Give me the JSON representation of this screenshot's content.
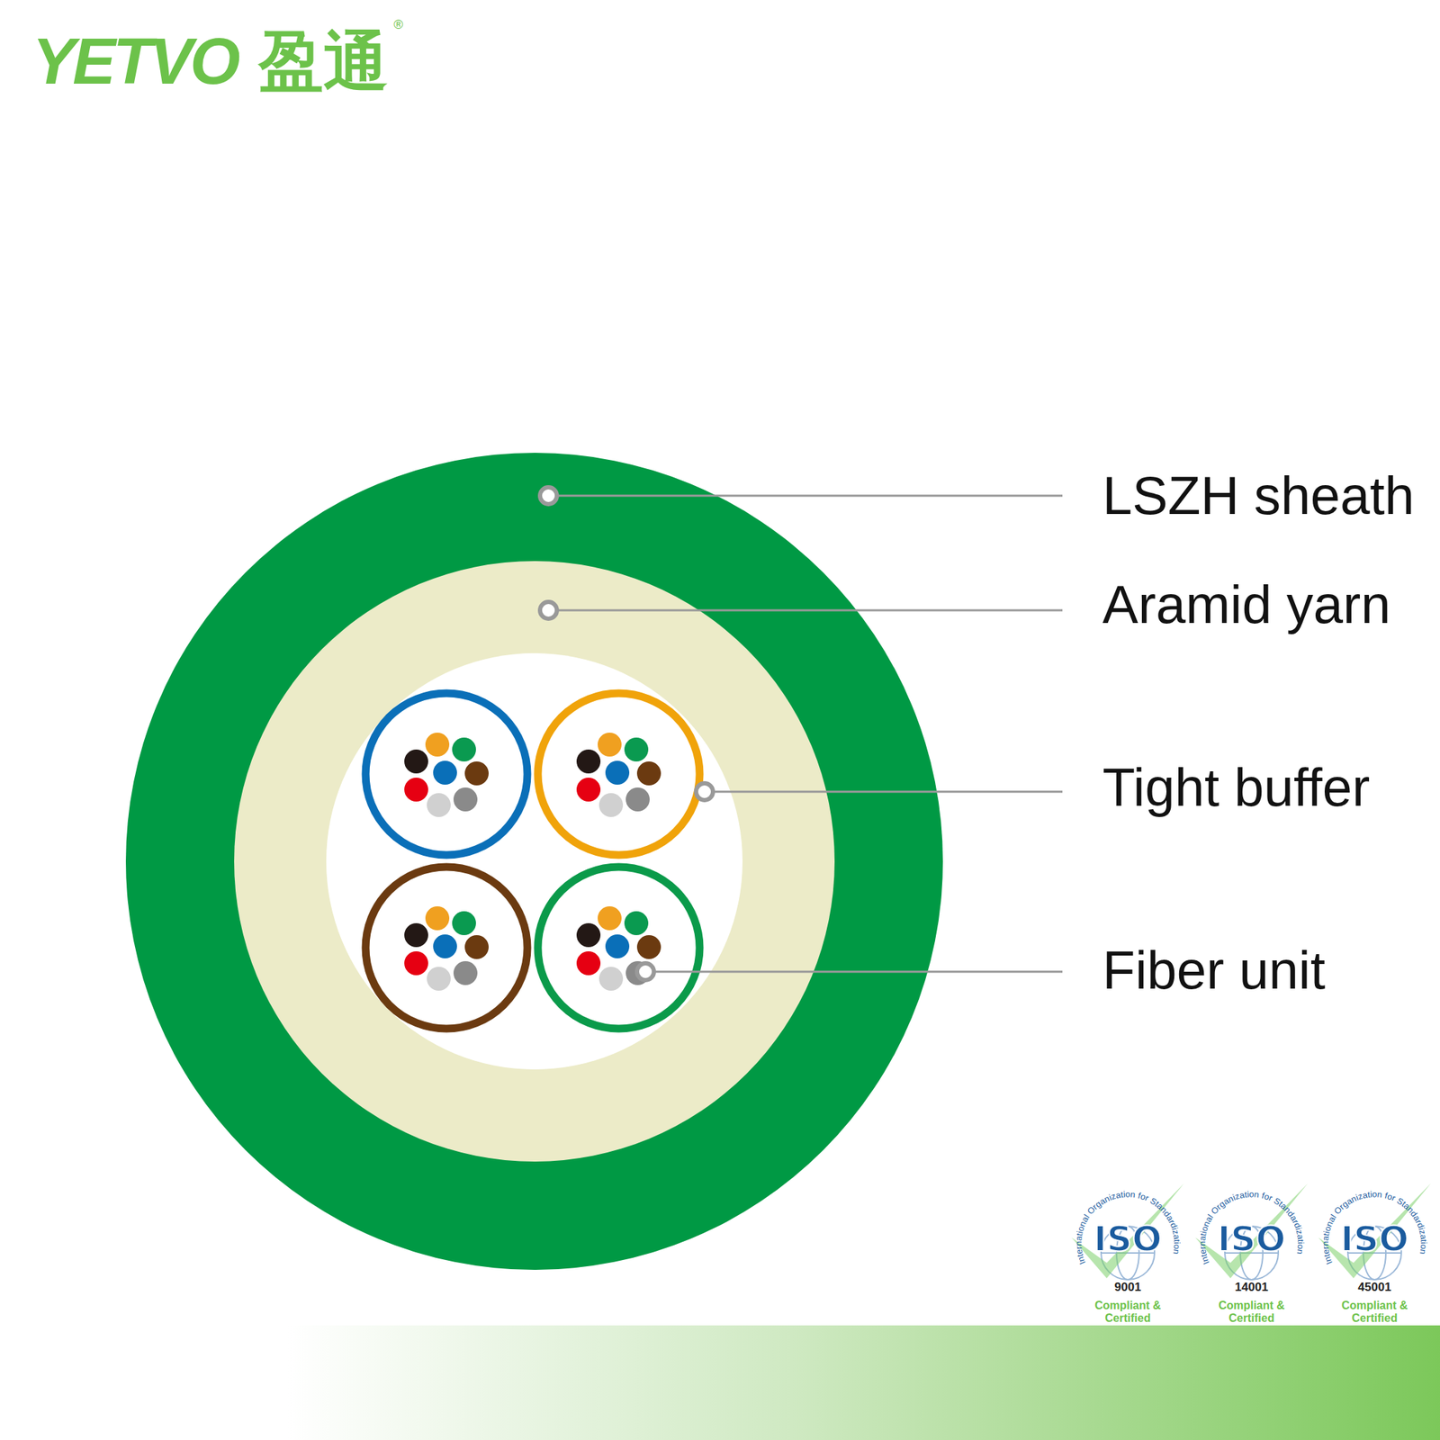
{
  "diagram": {
    "labels": [
      "YETVO",
      "盈通",
      "®",
      "LSZH sheath",
      "Aramid yarn",
      "Tight buffer",
      "Fiber unit",
      "International Organization for Standardization",
      "ISO",
      "9001",
      "Compliant & Certified",
      "International Organization for Standardization",
      "ISO",
      "14001",
      "Compliant & Certified",
      "International Organization for Standardization",
      "ISO",
      "45001",
      "Compliant & Certified"
    ]
  }
}
